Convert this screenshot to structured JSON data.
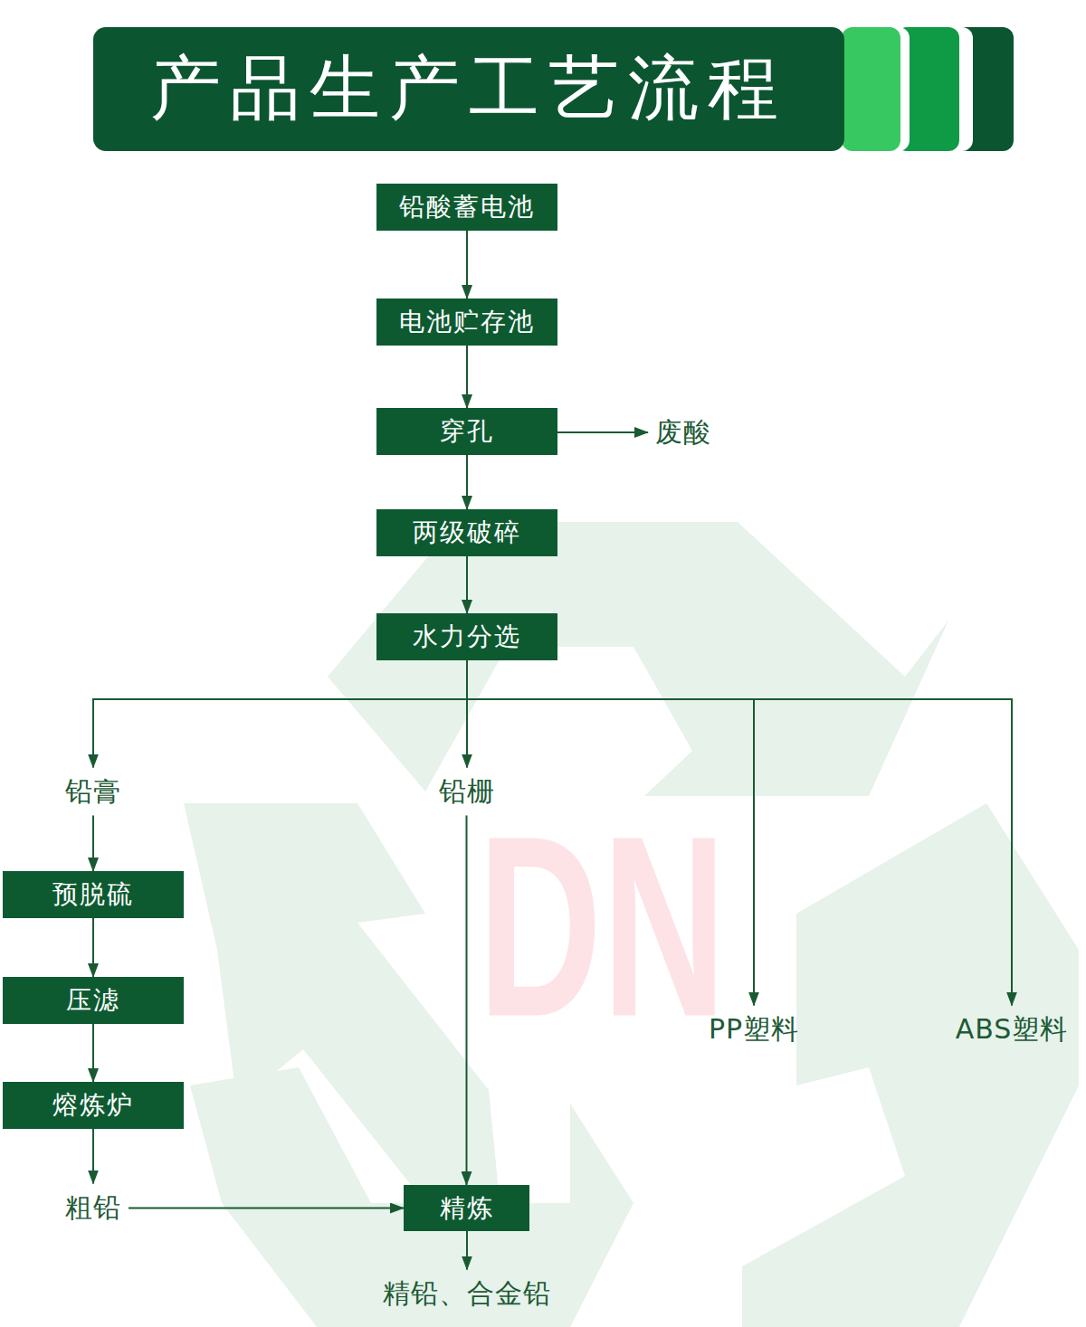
{
  "diagram": {
    "title": "产品生产工艺流程",
    "nodes": [
      {
        "text": [
          "铅酸蓄电池"
        ]
      },
      {
        "text": [
          "电池贮存池"
        ]
      },
      {
        "text": [
          "穿孔"
        ]
      },
      {
        "text": [
          "废酸"
        ]
      },
      {
        "text": [
          "两级破碎"
        ]
      },
      {
        "text": [
          "水力分选"
        ]
      },
      {
        "text": [
          "铅膏"
        ]
      },
      {
        "text": [
          "铅栅"
        ]
      },
      {
        "text": [
          "PP塑料"
        ]
      },
      {
        "text": [
          "ABS塑料"
        ]
      },
      {
        "text": [
          "预脱硫"
        ]
      },
      {
        "text": [
          "压滤"
        ]
      },
      {
        "text": [
          "熔炼炉"
        ]
      },
      {
        "text": [
          "粗铅"
        ]
      },
      {
        "text": [
          "精炼"
        ]
      },
      {
        "text": [
          "精铅、合金铅"
        ]
      }
    ],
    "edges": [
      {
        "from": 0,
        "to": 1,
        "arrow": "to"
      },
      {
        "from": 1,
        "to": 2,
        "arrow": "to"
      },
      {
        "from": 2,
        "to": 3,
        "arrow": "to"
      },
      {
        "from": 2,
        "to": 4,
        "arrow": "to"
      },
      {
        "from": 4,
        "to": 5,
        "arrow": "to"
      },
      {
        "from": 5,
        "to": 6,
        "arrow": "to"
      },
      {
        "from": 5,
        "to": 7,
        "arrow": "to"
      },
      {
        "from": 5,
        "to": 8,
        "arrow": "to"
      },
      {
        "from": 5,
        "to": 9,
        "arrow": "to"
      },
      {
        "from": 6,
        "to": 10,
        "arrow": "to"
      },
      {
        "from": 10,
        "to": 11,
        "arrow": "to"
      },
      {
        "from": 11,
        "to": 12,
        "arrow": "to"
      },
      {
        "from": 12,
        "to": 13,
        "arrow": "to"
      },
      {
        "from": 13,
        "to": 14,
        "arrow": "to"
      },
      {
        "from": 7,
        "to": 14,
        "arrow": "to"
      },
      {
        "from": 14,
        "to": 15,
        "arrow": "to"
      }
    ],
    "labels": [
      "DN"
    ]
  }
}
